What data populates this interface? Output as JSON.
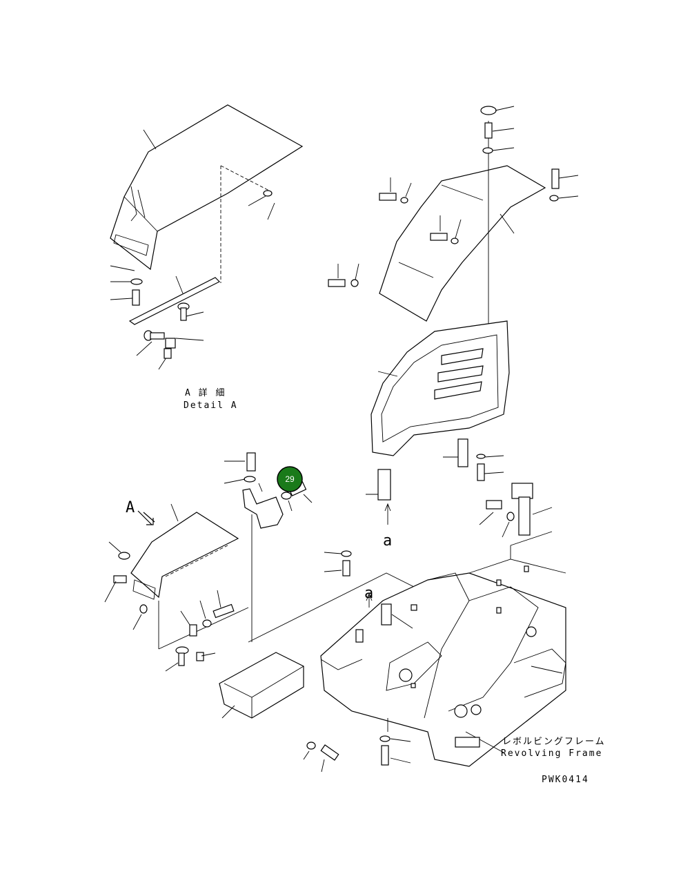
{
  "labels": {
    "detail_a_jp": "A 詳 細",
    "detail_a_en": "Detail A",
    "revolving_frame_jp": "レボルビングフレーム",
    "revolving_frame_en": "Revolving Frame",
    "code": "PWK0414",
    "view_a": "A",
    "view_a_lower_1": "a",
    "view_a_lower_2": "a"
  },
  "callout": {
    "number": "29",
    "color": "#1a7a1a",
    "stroke": "#000000"
  }
}
